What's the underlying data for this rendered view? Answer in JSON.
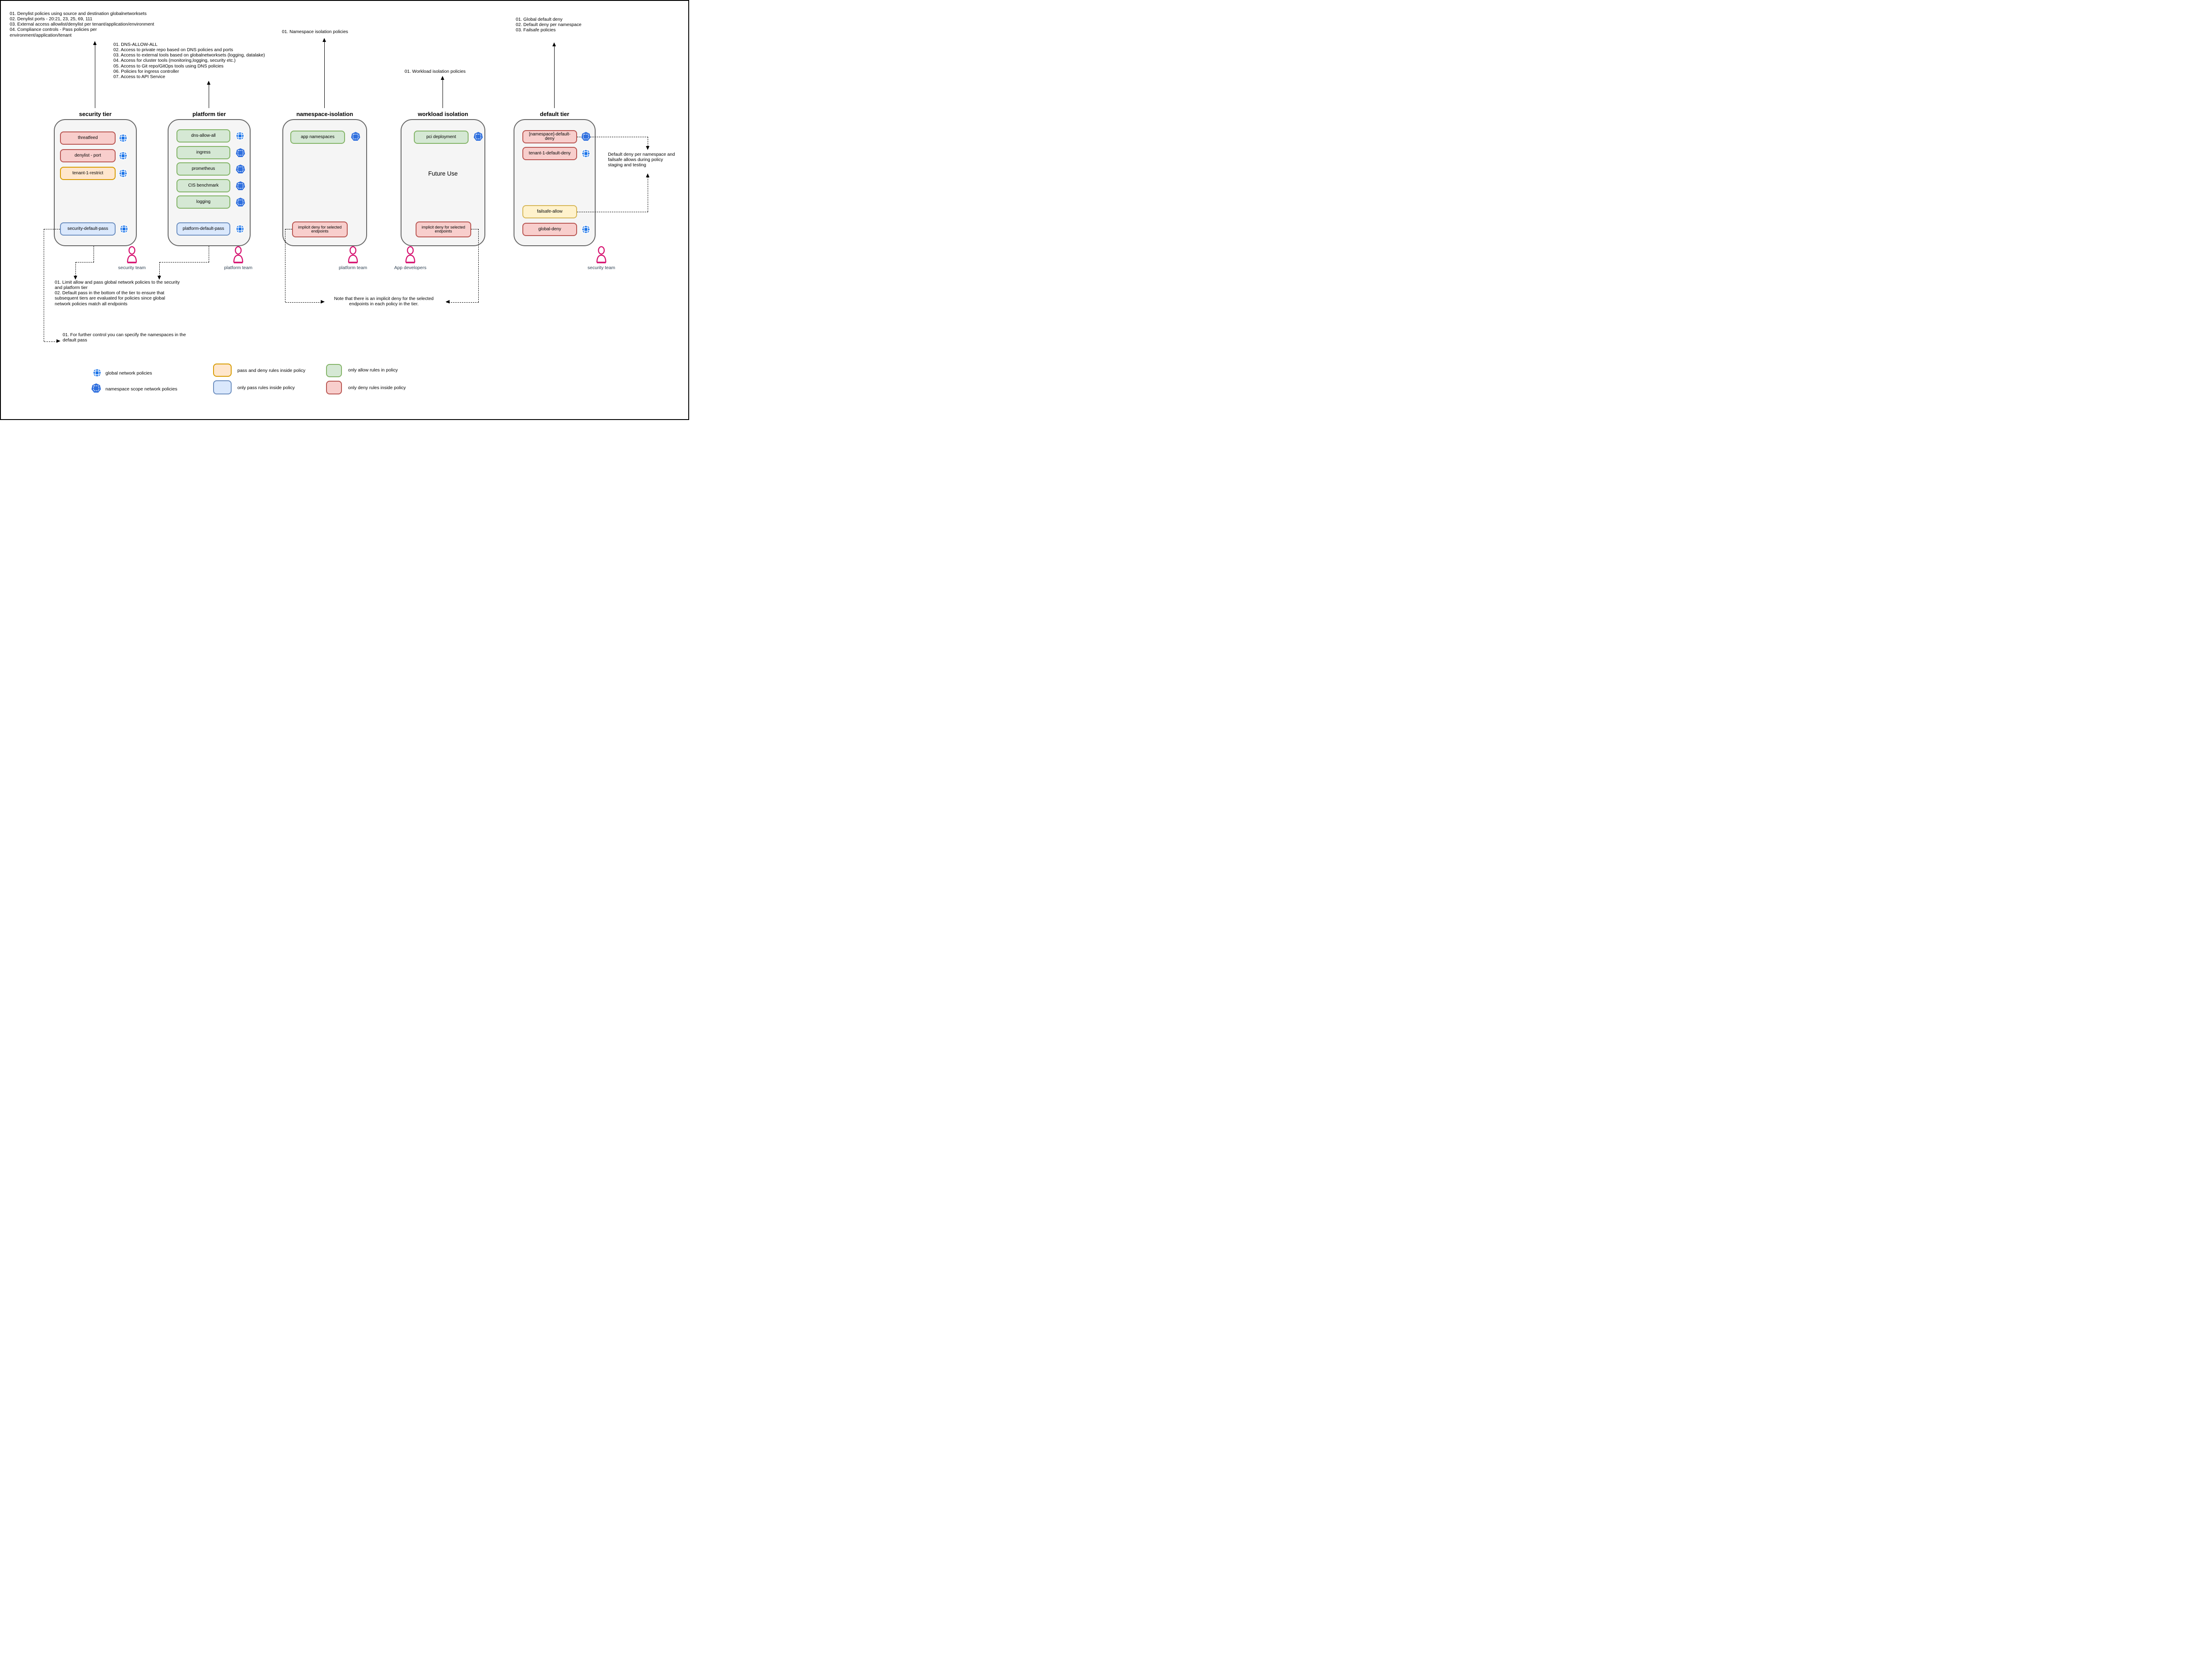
{
  "notes": {
    "security": "01. Denylist policies using source and destination globalnetworksets\n02. Denylist ports - 20:21, 23, 25, 69, 111\n03. External access allowlist/denylist per tenant/application/environment\n04. Compliance controls - Pass policies per\nenvironment/application/tenant",
    "platform": "01. DNS-ALLOW-ALL\n02. Access to private repo based on DNS policies and ports\n03. Access to external tools based on globalnetworksets (logging, datalake)\n04. Access for cluster tools (monitoring,logging, security etc.)\n05. Access to Git repo/GitOps tools using DNS policies\n06. Policies for ingress controller\n07. Access to API Service",
    "namespace": "01. Namespace isolation policies",
    "workload": "01. Workload isolation policies",
    "default_tier": "01. Global default deny\n02. Default deny per namespace\n03. Failsafe policies",
    "tier_guidance": "01. Limit allow and pass global network policies to the security\nand platform tier\n02. Default pass in the bottom of the tier to ensure that\nsubsequent tiers are evaluated for policies since global\nnetwork policies match all endpoints",
    "default_pass_hint": "01. For further control you can specify the namespaces in the\ndefault pass",
    "implicit_deny": "Note that there is an implicit deny for the selected\nendpoints in each policy in the tier.",
    "staging": "Default deny per namespace and\nfailsafe allows during policy\nstaging and testing"
  },
  "tiers": [
    {
      "title": "security tier",
      "policies": [
        {
          "label": "threatfeed",
          "kind": "only-deny-rules",
          "scope": "global"
        },
        {
          "label": "denylist - port",
          "kind": "only-deny-rules",
          "scope": "global"
        },
        {
          "label": "tenant-1-restrict",
          "kind": "pass-and-deny-rules",
          "scope": "global"
        },
        {
          "label": "security-default-pass",
          "kind": "only-pass-rules",
          "scope": "global"
        }
      ]
    },
    {
      "title": "platform tier",
      "policies": [
        {
          "label": "dns-allow-all",
          "kind": "only-allow-rules",
          "scope": "global"
        },
        {
          "label": "ingress",
          "kind": "only-allow-rules",
          "scope": "namespace"
        },
        {
          "label": "prometheus",
          "kind": "only-allow-rules",
          "scope": "namespace"
        },
        {
          "label": "CIS benchmark",
          "kind": "only-allow-rules",
          "scope": "namespace"
        },
        {
          "label": "logging",
          "kind": "only-allow-rules",
          "scope": "namespace"
        },
        {
          "label": "platform-default-pass",
          "kind": "only-pass-rules",
          "scope": "global"
        }
      ]
    },
    {
      "title": "namespace-isolation",
      "policies": [
        {
          "label": "app namespaces",
          "kind": "only-allow-rules",
          "scope": "namespace"
        },
        {
          "label": "implicit deny for selected endpoints",
          "kind": "only-deny-rules",
          "scope": ""
        }
      ]
    },
    {
      "title": "workload isolation",
      "center_label": "Future Use",
      "policies": [
        {
          "label": "pci deployment",
          "kind": "only-allow-rules",
          "scope": "namespace"
        },
        {
          "label": "implicit deny for selected endpoints",
          "kind": "only-deny-rules",
          "scope": ""
        }
      ]
    },
    {
      "title": "default tier",
      "policies": [
        {
          "label": "[namespace]-default-deny",
          "kind": "only-deny-rules",
          "scope": "namespace"
        },
        {
          "label": "tenant-1-default-deny",
          "kind": "only-deny-rules",
          "scope": "global"
        },
        {
          "label": "failsafe-allow",
          "kind": "failsafe-allow-rules",
          "scope": ""
        },
        {
          "label": "global-deny",
          "kind": "only-deny-rules",
          "scope": "global"
        }
      ]
    }
  ],
  "teams": [
    {
      "label": "security team"
    },
    {
      "label": "platform team"
    },
    {
      "label": "platform team"
    },
    {
      "label": "App developers"
    },
    {
      "label": "security team"
    }
  ],
  "legend": {
    "items": [
      {
        "icon": "globe",
        "label": "global network policies"
      },
      {
        "icon": "namespace",
        "label": "namespace scope network policies"
      },
      {
        "swatch": "pass-and-deny",
        "label": "pass and deny rules inside policy"
      },
      {
        "swatch": "only-pass",
        "label": "only pass rules inside policy"
      },
      {
        "swatch": "only-allow",
        "label": "only allow rules in policy"
      },
      {
        "swatch": "only-deny",
        "label": "only deny rules inside policy"
      }
    ]
  },
  "colors": {
    "globe_icon": "#1A73E8",
    "namespace_icon": "#2F6FDE",
    "person_icon": "#D6106F",
    "team_label_text": "#314354",
    "only_deny_fill": "#F8CECC",
    "only_deny_border": "#B85450",
    "only_allow_fill": "#D5E8D4",
    "only_allow_border": "#82B366",
    "only_pass_fill": "#DAE8FC",
    "only_pass_border": "#6C8EBF",
    "pass_and_deny_fill": "#FFE6CC",
    "pass_and_deny_border": "#D79B00",
    "failsafe_fill": "#FFF2CC",
    "failsafe_border": "#D6B656",
    "tier_fill": "#F5F5F5",
    "tier_border": "#666666"
  }
}
